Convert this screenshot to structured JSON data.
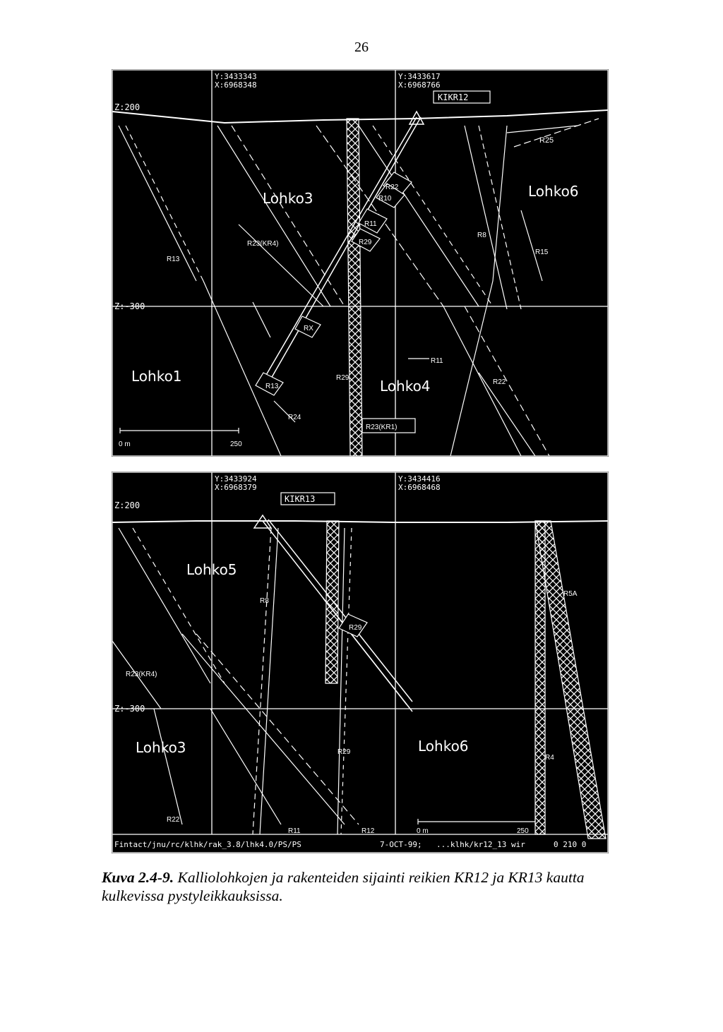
{
  "page_number": "26",
  "top": {
    "z_top": "Z:200",
    "z_mid": "Z:-300",
    "coord_left_y": "Y:3433343",
    "coord_left_x": "X:6968348",
    "coord_right_y": "Y:3433617",
    "coord_right_x": "X:6968766",
    "hole": "KIKR12",
    "blocks": [
      "Lohko3",
      "Lohko6",
      "Lohko1",
      "Lohko4"
    ],
    "zones": {
      "r25": "R25",
      "r22": "R22",
      "r10": "R10",
      "r11_top": "R11",
      "r29_top": "R29",
      "r23_kr4": "R23(KR4)",
      "r13_left": "R13",
      "r8": "R8",
      "r15": "R15",
      "rx": "RX",
      "r13_box": "R13",
      "r24": "R24",
      "r29_low": "R29",
      "r11_low": "R11",
      "r22_low": "R22",
      "r23_kr1": "R23(KR1)"
    },
    "scale_start": "0 m",
    "scale_end": "250"
  },
  "bottom": {
    "z_top": "Z:200",
    "z_mid": "Z:-300",
    "coord_left_y": "Y:3433924",
    "coord_left_x": "X:6968379",
    "coord_right_y": "Y:3434416",
    "coord_right_x": "X:6968468",
    "hole": "KIKR13",
    "blocks": [
      "Lohko5",
      "Lohko3",
      "Lohko6"
    ],
    "zones": {
      "r8": "R8",
      "r29_box": "R29",
      "r5a": "R5A",
      "r23_kr4": "R23(KR4)",
      "r29_low": "R29",
      "r4": "R4",
      "r22": "R22",
      "r11": "R11",
      "r12": "R12"
    },
    "scale_start": "0 m",
    "scale_end": "250",
    "footer_left": "Fintact/jnu/rc/klhk/rak_3.8/lhk4.0/PS/PS",
    "footer_mid": "7-OCT-99;",
    "footer_right": "...klhk/kr12_13 wir",
    "footer_end": "0 210 0"
  },
  "caption": {
    "label": "Kuva 2.4-9.",
    "text": "Kalliolohkojen ja rakenteiden sijainti reikien KR12 ja KR13 kautta kulkevissa pystyleikkauksissa."
  },
  "colors": {
    "background": "#000000",
    "lines": "#ffffff",
    "page": "#ffffff"
  }
}
